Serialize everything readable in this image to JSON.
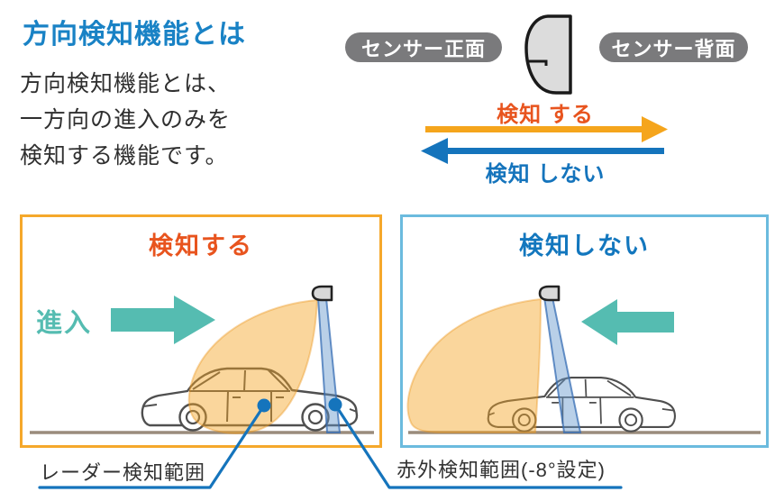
{
  "intro": {
    "title": "方向検知機能とは",
    "lines": [
      "方向検知機能とは、",
      "一方向の進入のみを",
      "検知する機能です。"
    ]
  },
  "legend": {
    "front_badge": "センサー正面",
    "back_badge": "センサー背面",
    "detect_label": "検知 する",
    "no_detect_label": "検知 しない"
  },
  "panels": {
    "left": {
      "title": "検知する",
      "entry_label": "進入"
    },
    "right": {
      "title": "検知しない"
    }
  },
  "captions": {
    "radar": "レーダー検知範囲",
    "infrared": "赤外検知範囲(-8°設定)"
  },
  "colors": {
    "heading_blue": "#1982C5",
    "detect_orange_red": "#E8541E",
    "arrow_orange": "#F5A51C",
    "arrow_blue": "#1574BC",
    "teal": "#55BCB1",
    "panel_border_orange": "#F5A82B",
    "panel_border_blue": "#6BBBDE",
    "badge_gray": "#7A7A7C",
    "radar_fan_orange": "rgba(244,164,36,0.45)",
    "infrared_beam_blue": "rgba(100,150,205,0.45)"
  }
}
